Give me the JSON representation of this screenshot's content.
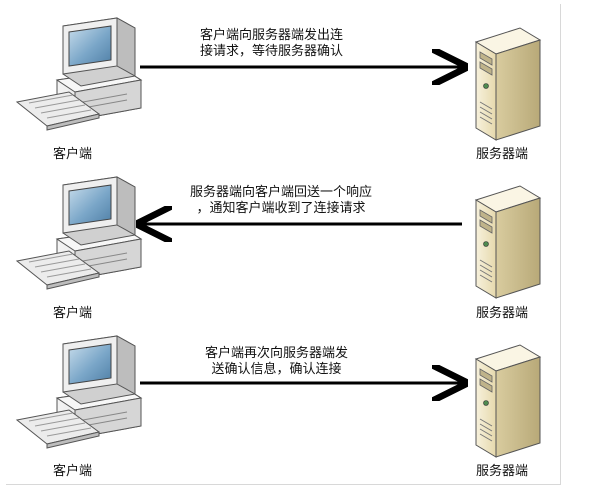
{
  "steps": [
    {
      "client_label": "客户端",
      "server_label": "服务器端",
      "message_lines": [
        "客户端向服务器端发出连",
        "接请求，等待服务器确认"
      ],
      "direction": "client-to-server"
    },
    {
      "client_label": "客户端",
      "server_label": "服务器端",
      "message_lines": [
        "服务器端向客户端回送一个响应",
        "，通知客户端收到了连接请求"
      ],
      "direction": "server-to-client"
    },
    {
      "client_label": "客户端",
      "server_label": "服务器端",
      "message_lines": [
        "客户端再次向服务器端发",
        "送确认信息，确认连接"
      ],
      "direction": "client-to-server"
    }
  ],
  "colors": {
    "arrow": "#000000",
    "text": "#111111",
    "monitor_body": "#e9e9e9",
    "screen": "#8fb3cf",
    "server_body": "#efe6c8",
    "server_side": "#d8cba0"
  },
  "icons": [
    "desktop-computer-icon",
    "server-tower-icon"
  ]
}
